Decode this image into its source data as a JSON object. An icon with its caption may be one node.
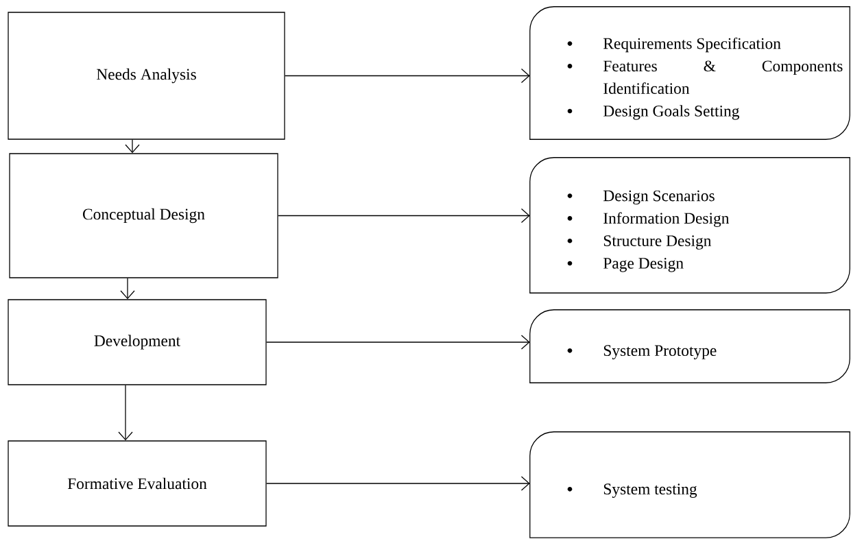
{
  "diagram": {
    "nodes": [
      {
        "text": [
          "Needs Analysis"
        ]
      },
      {
        "text": [
          "Conceptual Design"
        ]
      },
      {
        "text": [
          "Development"
        ]
      },
      {
        "text": [
          "Formative Evaluation"
        ]
      },
      {
        "text": [
          "Requirements Specification",
          "Features & Components Identification",
          "Design Goals Setting"
        ]
      },
      {
        "text": [
          "Design Scenarios",
          "Information Design",
          "Structure Design",
          "Page Design"
        ]
      },
      {
        "text": [
          "System Prototype"
        ]
      },
      {
        "text": [
          "System testing"
        ]
      }
    ],
    "edges": [
      {
        "from": 0,
        "to": 4,
        "arrow": "to"
      },
      {
        "from": 0,
        "to": 1,
        "arrow": "to"
      },
      {
        "from": 1,
        "to": 5,
        "arrow": "to"
      },
      {
        "from": 1,
        "to": 2,
        "arrow": "to"
      },
      {
        "from": 2,
        "to": 6,
        "arrow": "to"
      },
      {
        "from": 2,
        "to": 3,
        "arrow": "to"
      },
      {
        "from": 3,
        "to": 7,
        "arrow": "to"
      }
    ]
  }
}
